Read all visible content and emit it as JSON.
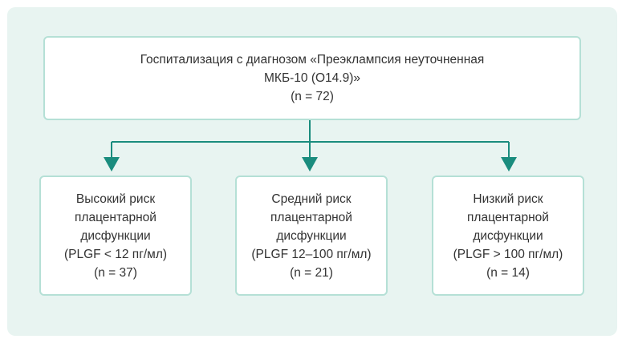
{
  "colors": {
    "panel_background": "#e8f4f1",
    "box_border": "#b5e0d6",
    "connector": "#1a8c7e",
    "text": "#333333"
  },
  "root": {
    "line1": "Госпитализация с диагнозом «Преэклампсия неуточненная",
    "line2": "МКБ-10 (O14.9)»",
    "line3": "(n = 72)"
  },
  "branches": [
    {
      "line1": "Высокий риск",
      "line2": "плацентарной",
      "line3": "дисфункции",
      "line4": "(PLGF < 12 пг/мл)",
      "line5": "(n = 37)"
    },
    {
      "line1": "Средний риск",
      "line2": "плацентарной",
      "line3": "дисфункции",
      "line4": "(PLGF 12–100 пг/мл)",
      "line5": "(n = 21)"
    },
    {
      "line1": "Низкий риск",
      "line2": "плацентарной",
      "line3": "дисфункции",
      "line4": "(PLGF > 100 пг/мл)",
      "line5": "(n = 14)"
    }
  ]
}
